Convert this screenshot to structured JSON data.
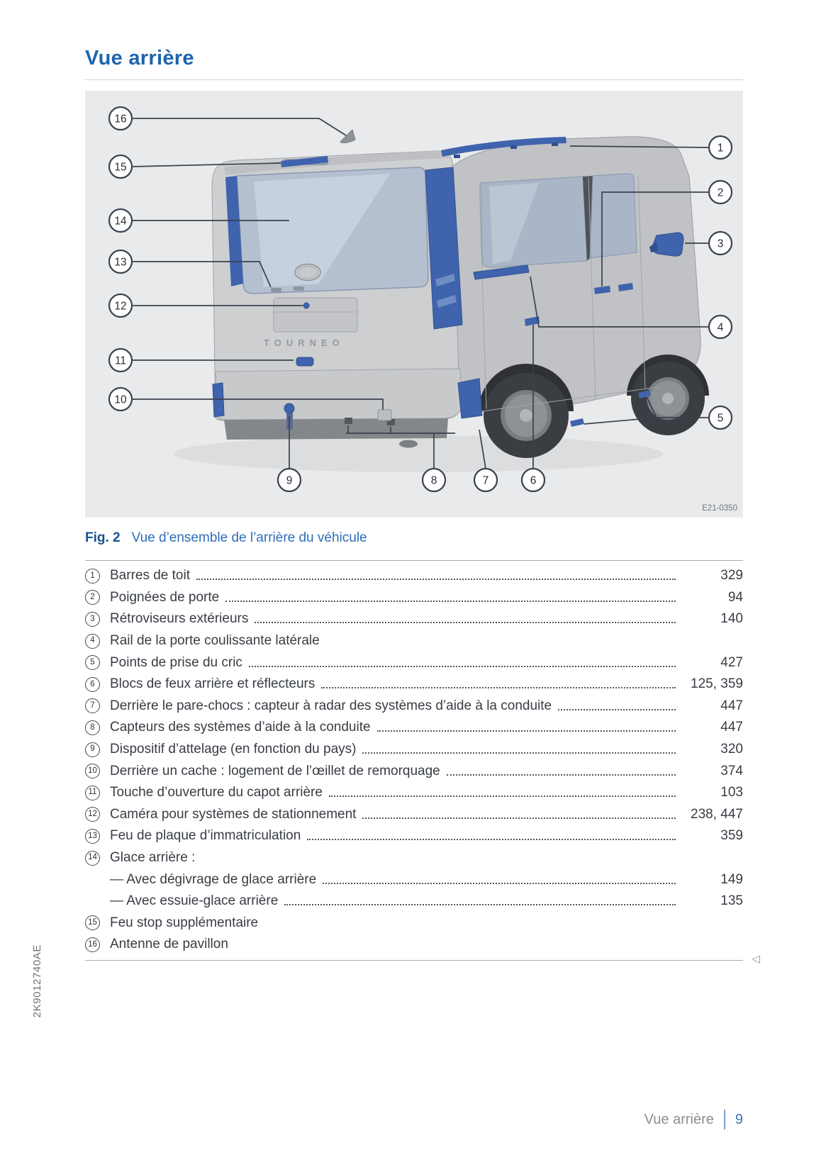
{
  "title": "Vue arrière",
  "figure": {
    "caption_label": "Fig. 2",
    "caption_text": "Vue d’ensemble de l’arrière du véhicule",
    "image_code": "E21-0350",
    "badge_text": "TOURNEO",
    "callout_labels": [
      "1",
      "2",
      "3",
      "4",
      "5",
      "6",
      "7",
      "8",
      "9",
      "10",
      "11",
      "12",
      "13",
      "14",
      "15",
      "16"
    ]
  },
  "legend": {
    "items": [
      {
        "num": "1",
        "label": "Barres de toit",
        "page": "329"
      },
      {
        "num": "2",
        "label": "Poignées de porte",
        "page": "94"
      },
      {
        "num": "3",
        "label": "Rétroviseurs extérieurs",
        "page": "140"
      },
      {
        "num": "4",
        "label": "Rail de la porte coulissante latérale",
        "page": ""
      },
      {
        "num": "5",
        "label": "Points de prise du cric",
        "page": "427"
      },
      {
        "num": "6",
        "label": "Blocs de feux arrière et réflecteurs",
        "page": "125, 359"
      },
      {
        "num": "7",
        "label": "Derrière le pare-chocs : capteur à radar des systèmes d’aide à la conduite",
        "page": "447"
      },
      {
        "num": "8",
        "label": "Capteurs des systèmes d’aide à la conduite",
        "page": "447"
      },
      {
        "num": "9",
        "label": "Dispositif d’attelage (en fonction du pays)",
        "page": "320"
      },
      {
        "num": "10",
        "label": "Derrière un cache : logement de l’œillet de remorquage",
        "page": "374"
      },
      {
        "num": "11",
        "label": "Touche d’ouverture du capot arrière",
        "page": "103"
      },
      {
        "num": "12",
        "label": "Caméra pour systèmes de stationnement",
        "page": "238, 447"
      },
      {
        "num": "13",
        "label": "Feu de plaque d’immatriculation",
        "page": "359"
      },
      {
        "num": "14",
        "label": "Glace arrière :",
        "page": ""
      },
      {
        "num": "",
        "label": "— Avec dégivrage de glace arrière",
        "page": "149"
      },
      {
        "num": "",
        "label": "— Avec essuie-glace arrière",
        "page": "135"
      },
      {
        "num": "15",
        "label": "Feu stop supplémentaire",
        "page": ""
      },
      {
        "num": "16",
        "label": "Antenne de pavillon",
        "page": ""
      }
    ]
  },
  "document_code": "2K9012740AE",
  "continue_marker": "◁",
  "footer": {
    "section": "Vue arrière",
    "page_number": "9"
  },
  "colors": {
    "accent_blue": "#1e64ae",
    "highlight_blue": "#3f63ad",
    "figure_bg": "#e9eaeb",
    "text_dark": "#383d44"
  }
}
